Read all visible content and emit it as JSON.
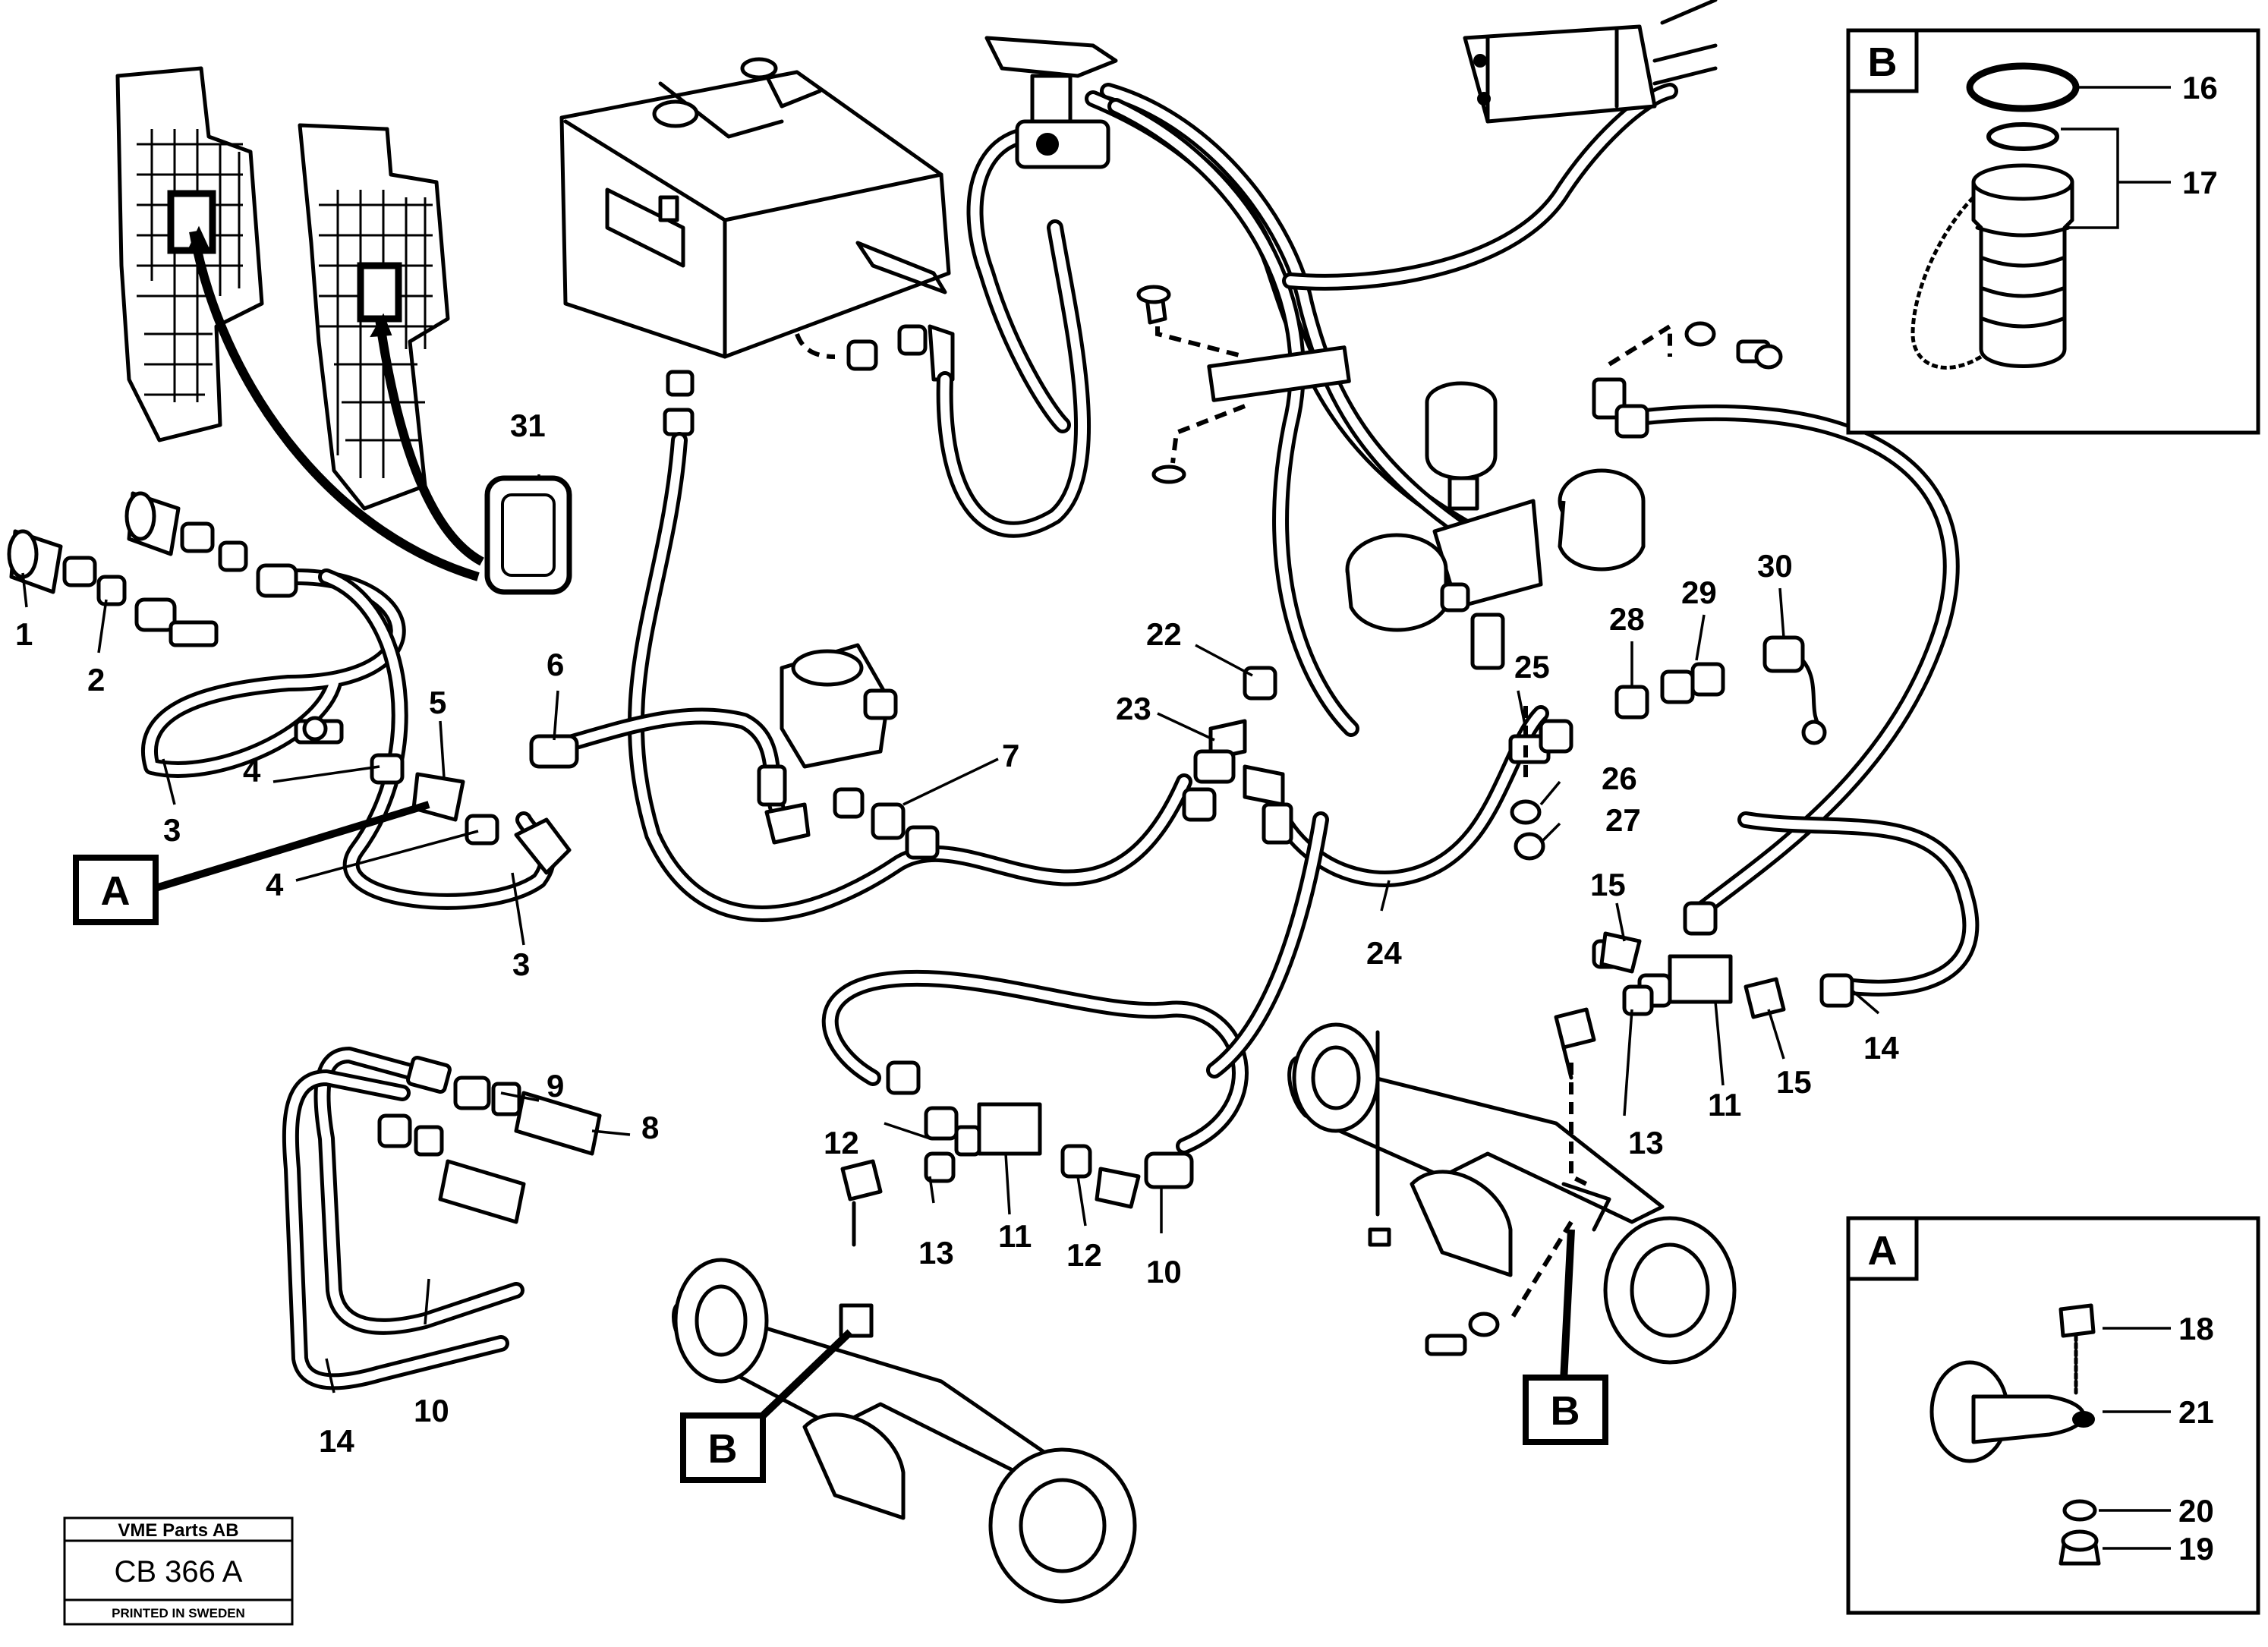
{
  "callouts": [
    {
      "id": "c1",
      "text": "1"
    },
    {
      "id": "c2",
      "text": "2"
    },
    {
      "id": "c3a",
      "text": "3"
    },
    {
      "id": "c3b",
      "text": "3"
    },
    {
      "id": "c4a",
      "text": "4"
    },
    {
      "id": "c4b",
      "text": "4"
    },
    {
      "id": "c5",
      "text": "5"
    },
    {
      "id": "c6",
      "text": "6"
    },
    {
      "id": "c7",
      "text": "7"
    },
    {
      "id": "c8",
      "text": "8"
    },
    {
      "id": "c9",
      "text": "9"
    },
    {
      "id": "c10a",
      "text": "10"
    },
    {
      "id": "c10b",
      "text": "10"
    },
    {
      "id": "c11a",
      "text": "11"
    },
    {
      "id": "c11b",
      "text": "11"
    },
    {
      "id": "c12a",
      "text": "12"
    },
    {
      "id": "c12b",
      "text": "12"
    },
    {
      "id": "c13a",
      "text": "13"
    },
    {
      "id": "c13b",
      "text": "13"
    },
    {
      "id": "c14a",
      "text": "14"
    },
    {
      "id": "c14b",
      "text": "14"
    },
    {
      "id": "c15a",
      "text": "15"
    },
    {
      "id": "c15b",
      "text": "15"
    },
    {
      "id": "c16",
      "text": "16"
    },
    {
      "id": "c17",
      "text": "17"
    },
    {
      "id": "c18",
      "text": "18"
    },
    {
      "id": "c19",
      "text": "19"
    },
    {
      "id": "c20",
      "text": "20"
    },
    {
      "id": "c21",
      "text": "21"
    },
    {
      "id": "c22",
      "text": "22"
    },
    {
      "id": "c23",
      "text": "23"
    },
    {
      "id": "c24",
      "text": "24"
    },
    {
      "id": "c25",
      "text": "25"
    },
    {
      "id": "c26",
      "text": "26"
    },
    {
      "id": "c27",
      "text": "27"
    },
    {
      "id": "c28",
      "text": "28"
    },
    {
      "id": "c29",
      "text": "29"
    },
    {
      "id": "c30",
      "text": "30"
    },
    {
      "id": "c31",
      "text": "31"
    }
  ],
  "detail_refs": {
    "a_main": "A",
    "b_left": "B",
    "b_right": "B"
  },
  "insets": {
    "b_title": "B",
    "a_title": "A"
  },
  "stamp": {
    "company": "VME Parts AB",
    "code": "CB 366 A",
    "printed": "PRINTED IN SWEDEN"
  },
  "icons": {
    "reservoir": "hydraulic-tank-icon",
    "accumulator": "accumulator-icon",
    "axle": "axle-icon",
    "coupling": "quick-coupling-icon"
  }
}
